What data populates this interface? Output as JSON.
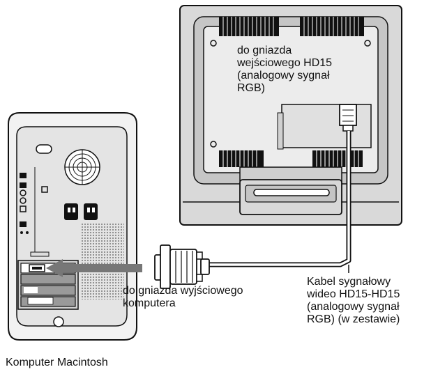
{
  "labels": {
    "monitor_input": "do gniazda\nwejściowego HD15\n(analogowy sygnał\nRGB)",
    "computer_output": "do gniazda wyjściowego\nkomputera",
    "cable": "Kabel sygnałowy\nwideo HD15-HD15\n(analogowy sygnał\nRGB) (w zestawie)",
    "computer_name": "Komputer Macintosh"
  }
}
